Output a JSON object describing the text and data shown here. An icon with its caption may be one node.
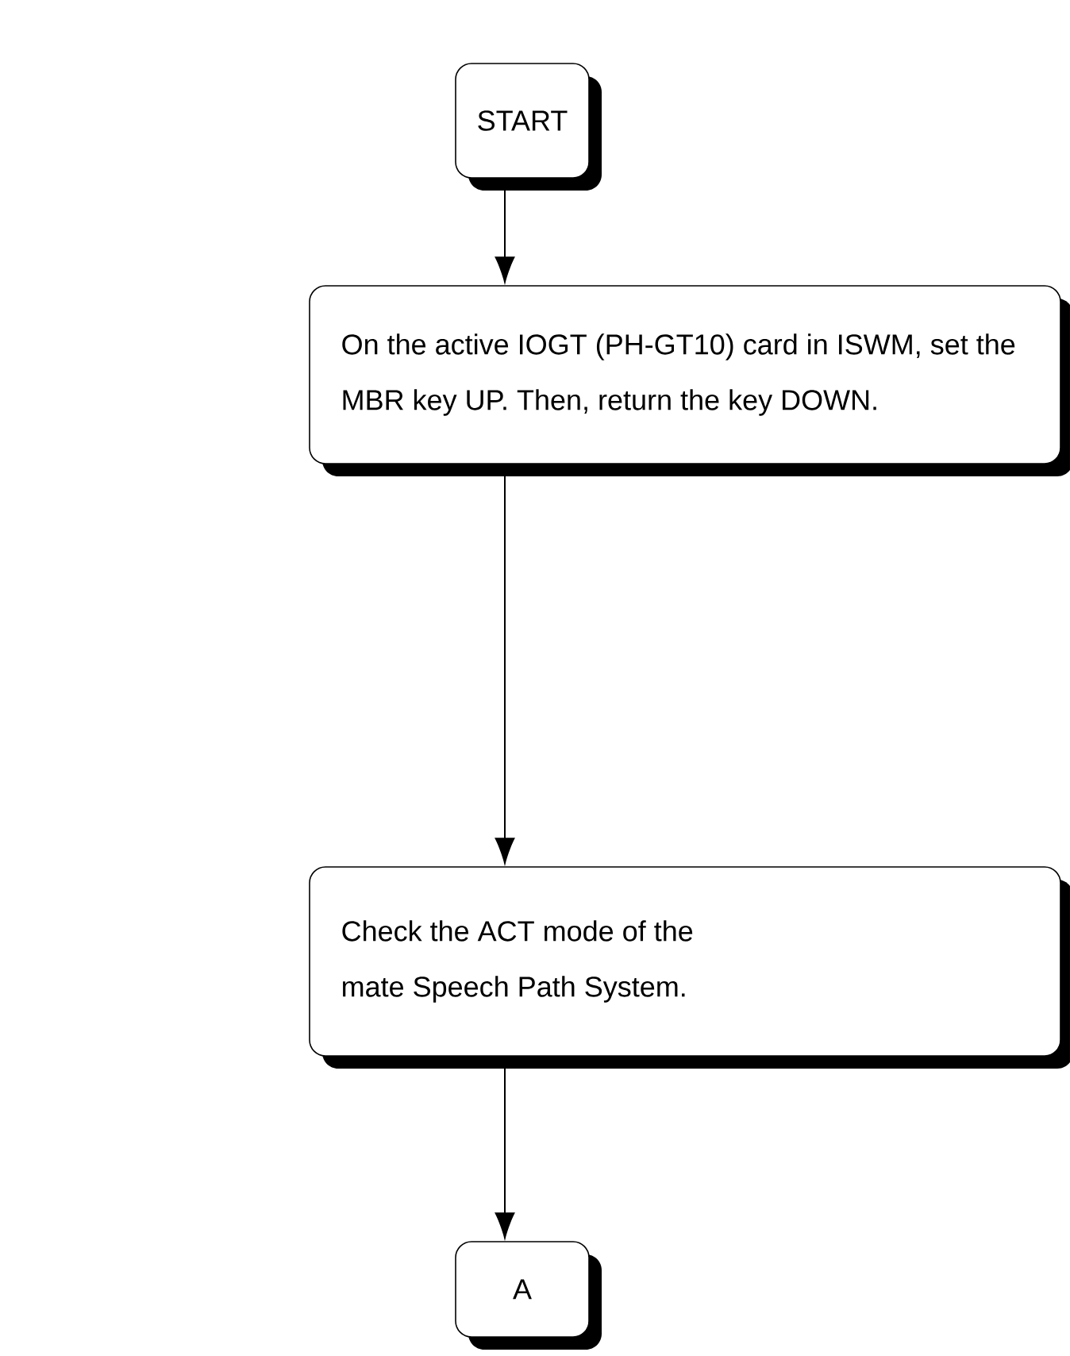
{
  "diagram": {
    "nodes": [
      {
        "text": [
          "START"
        ]
      },
      {
        "text": [
          "On the active IOGT (PH-GT10) card in ISWM, set the MBR key UP. Then, return the key DOWN."
        ]
      },
      {
        "text": [
          "Check the ACT mode of the mate Speech Path System."
        ]
      },
      {
        "text": [
          "A"
        ]
      }
    ],
    "edges": [
      {
        "from": 0,
        "to": 1,
        "arrow": "to"
      },
      {
        "from": 1,
        "to": 2,
        "arrow": "to"
      },
      {
        "from": 2,
        "to": 3,
        "arrow": "to"
      }
    ]
  }
}
